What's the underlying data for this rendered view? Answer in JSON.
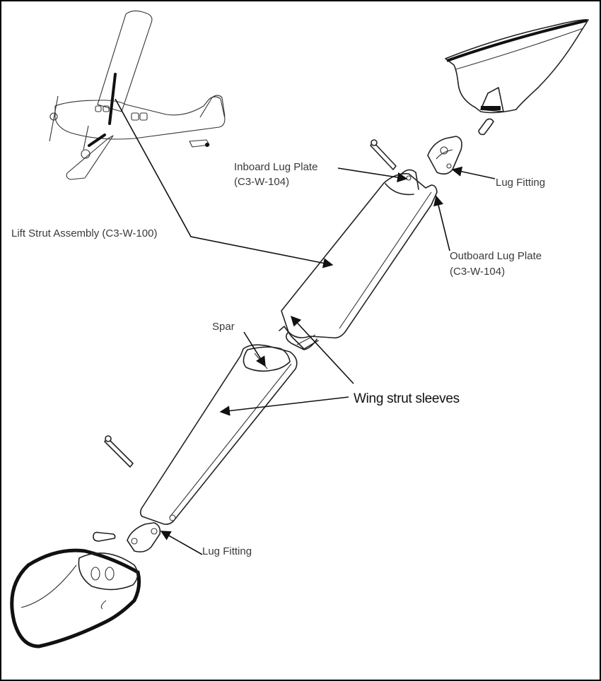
{
  "diagram": {
    "title": "Lift strut exploded view",
    "labels": {
      "inboard_lug_plate": {
        "line1": "Inboard Lug Plate",
        "line2": "(C3-W-104)"
      },
      "lug_fitting_top": "Lug Fitting",
      "lift_strut_assembly": "Lift Strut Assembly (C3-W-100)",
      "outboard_lug_plate": {
        "line1": "Outboard Lug Plate",
        "line2": "(C3-W-104)"
      },
      "spar": "Spar",
      "wing_strut_sleeves": "Wing strut sleeves",
      "lug_fitting_bottom": "Lug Fitting"
    },
    "components": [
      "aircraft-overview",
      "upper-fairing",
      "upper-bolt",
      "upper-lug-fitting",
      "upper-pin",
      "upper-strut-sleeve",
      "lower-strut-sleeve",
      "lower-pin",
      "lower-lug-fitting",
      "lower-bolt",
      "lower-fairing"
    ],
    "colors": {
      "line": "#222222",
      "label_text": "#3a3a3a",
      "border": "#000000",
      "background": "#ffffff"
    }
  }
}
